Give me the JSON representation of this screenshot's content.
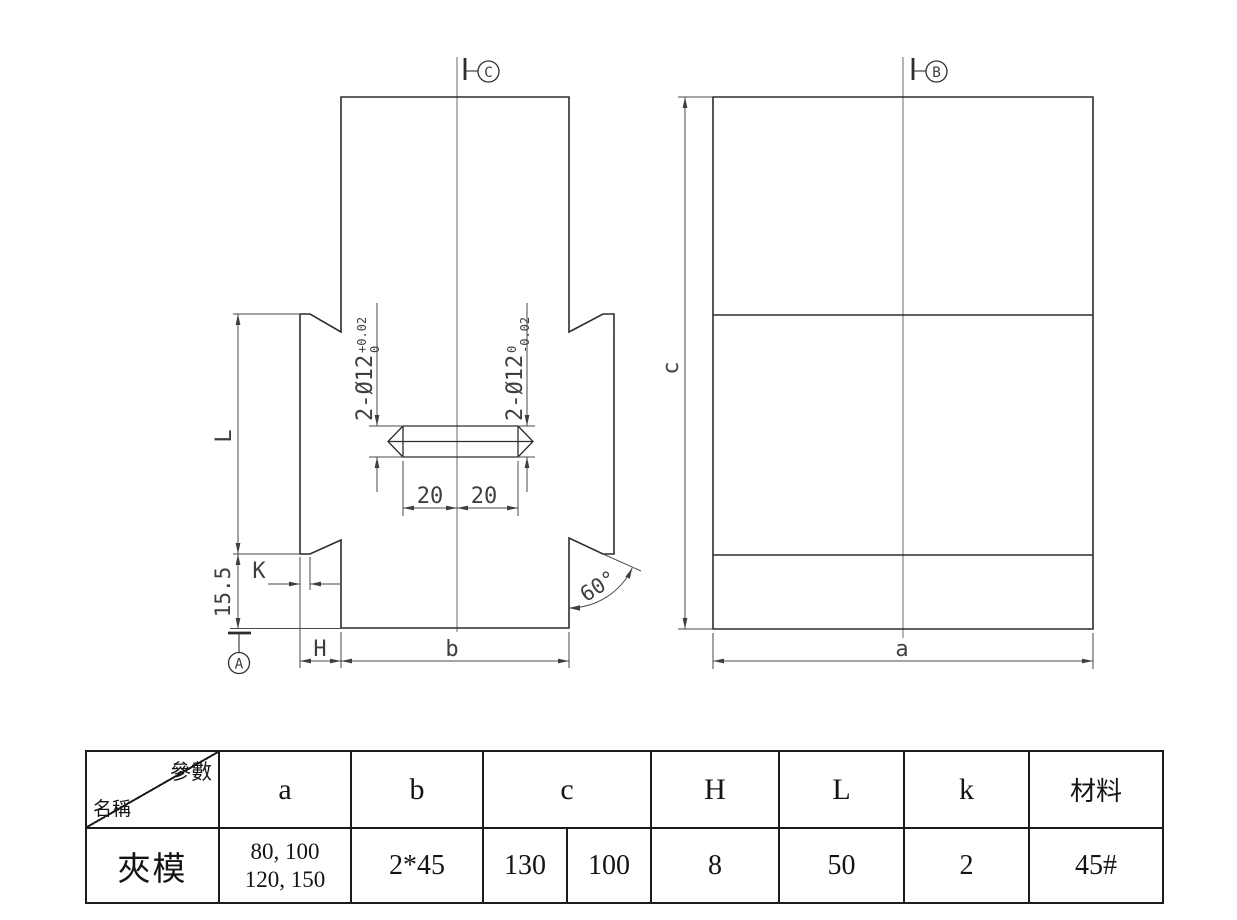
{
  "drawing": {
    "datums": {
      "a": "A",
      "b": "B",
      "c": "C"
    },
    "dims": {
      "L": "L",
      "K": "K",
      "H": "H",
      "b": "b",
      "a": "a",
      "c": "c",
      "slot_left": "20",
      "slot_right": "20",
      "height_15_5": "15.5",
      "angle": "60°"
    },
    "notes": {
      "hole_left": {
        "base": "2-Ø12",
        "sup": "+0.02",
        "sub": "0"
      },
      "hole_right": {
        "base": "2-Ø12",
        "sup": "0",
        "sub": "-0.02"
      }
    }
  },
  "table": {
    "corner": {
      "top_right": "參數",
      "bottom_left": "名稱"
    },
    "headers": {
      "a": "a",
      "b": "b",
      "c": "c",
      "H": "H",
      "L": "L",
      "k": "k",
      "material": "材料"
    },
    "row": {
      "name": "夾模",
      "a_line1": "80, 100",
      "a_line2": "120, 150",
      "b": "2*45",
      "c1": "130",
      "c2": "100",
      "H": "8",
      "L": "50",
      "k": "2",
      "material": "45#"
    }
  }
}
